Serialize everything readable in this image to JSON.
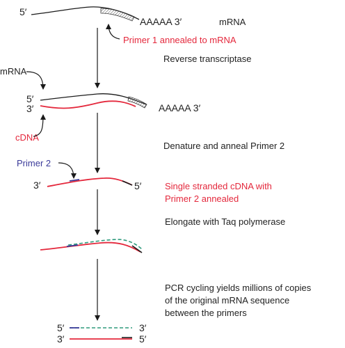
{
  "colors": {
    "mrna": "#1a1a1a",
    "cdna": "#e4283c",
    "primer2": "#3b3b9a",
    "new_strand": "#2f9a7c",
    "arrow": "#1a1a1a"
  },
  "strand_ends": {
    "five_prime": "5′",
    "three_prime": "3′"
  },
  "step1": {
    "poly_a": "AAAAA 3′",
    "mrna_label": "mRNA",
    "primer1_label": "Primer 1 annealed to mRNA",
    "enzyme_label": "Reverse transcriptase"
  },
  "step2": {
    "mrna_label": "mRNA",
    "poly_a": "AAAAA 3′",
    "cdna_label": "cDNA",
    "action_label": "Denature and anneal Primer 2"
  },
  "step3": {
    "primer2_label": "Primer 2",
    "result_line1": "Single stranded cDNA with",
    "result_line2": "Primer 2 annealed",
    "action_label": "Elongate with Taq polymerase"
  },
  "step4": {
    "pcr_line1": "PCR cycling yields millions of copies",
    "pcr_line2": "of the original mRNA sequence",
    "pcr_line3": "between the primers"
  }
}
